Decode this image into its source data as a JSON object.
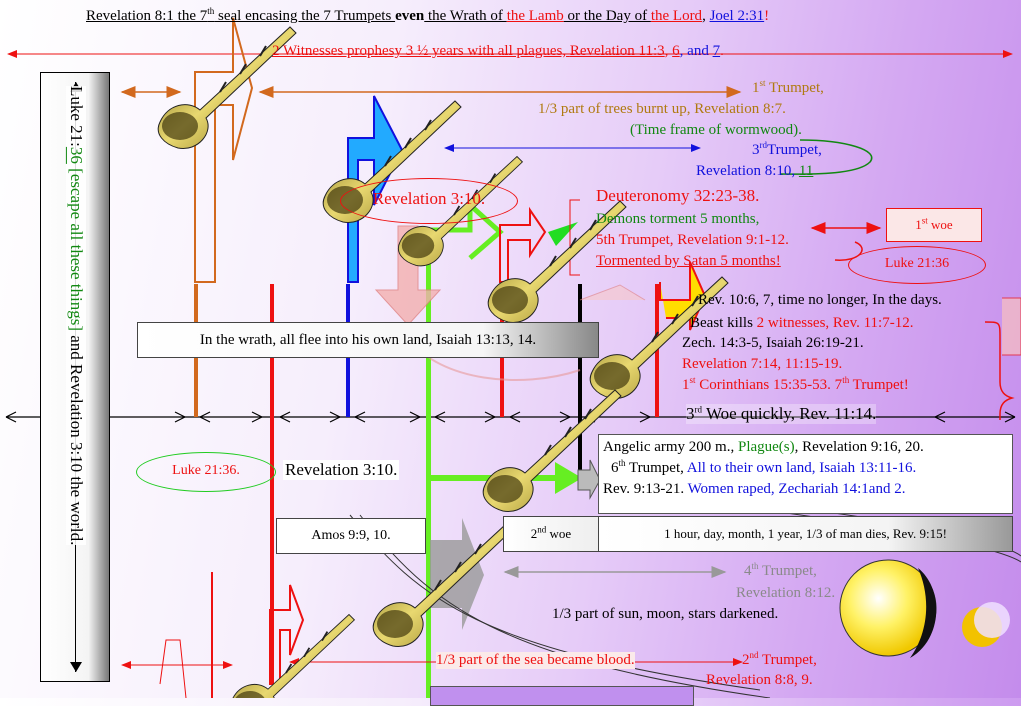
{
  "header": {
    "p1": "Revelation 8:1 the 7",
    "sup": "th",
    "p2": " seal encasing the 7 Trumpets ",
    "even": "even",
    "p3": " the Wrath of ",
    "lamb": "the Lamb",
    "p4": " or the Day of ",
    "lord": "the Lord",
    "p5": ", ",
    "joel": "Joel 2:31",
    "p6": "!"
  },
  "witnesses": {
    "t1": "2 Witnesses prophesy 3 ½ years with all plagues, ",
    "t2": "Revelation 11:3",
    "t3": ", ",
    "t4": "6",
    "t5": ", and ",
    "t6": "7",
    "t7": "."
  },
  "left_vertical": {
    "p1": "Luke 21:",
    "p2": "36",
    "p3": " [escape all these things]",
    "p4": " and Revelation 3:10 the world."
  },
  "trumpet1": {
    "num": "1",
    "sup": "st",
    "label": " Trumpet,",
    "line2": "1/3 part of trees burnt up, Revelation 8:7.",
    "line3": "(Time frame of wormwood)."
  },
  "trumpet3": {
    "num": "3",
    "sup": "rd",
    "label": "Trumpet,",
    "line2a": "Revelation 8:10, ",
    "line2b": "11"
  },
  "rev310_oval": "Revelation 3:10.",
  "deut": "Deuteronomy 32:23-38.",
  "demons": "Demons torment 5 months,",
  "fifth": "5th Trumpet, Revelation 9:1-12.",
  "tormented": "Tormented by Satan 5 months!",
  "woe1": {
    "num": "1",
    "sup": "st",
    "label": " woe"
  },
  "luke2136_right": "Luke 21:36",
  "wrath_box": "In the wrath, all flee into his own land, Isaiah 13:13, 14.",
  "seventh": {
    "l1": "Rev. 10:6, 7, time no longer, In the days.",
    "l2a": "Beast kills ",
    "l2b": "2 witnesses, Rev. 11:7-12.",
    "l3": "Zech. 14:3-5, Isaiah 26:19-21.",
    "l4": "Revelation 7:14, 11:15-19.",
    "l5a": "1",
    "l5sup": "st",
    "l5b": " Corinthians 15:35-53. 7",
    "l5sup2": "th",
    "l5c": " Trumpet!"
  },
  "third_woe": {
    "num": "3",
    "sup": "rd",
    "label": " Woe quickly, Rev. 11:14."
  },
  "sixth_box": {
    "l1a": "Angelic army 200 m., ",
    "l1b": "Plague(s)",
    "l1c": ", Revelation 9:16, 20.",
    "l2a": "6",
    "l2sup": "th",
    "l2b": " Trumpet, ",
    "l2c": "All to their own land, Isaiah 13:11-16.",
    "l3a": "Rev. 9:13-21. ",
    "l3b": "Women raped, Zechariah 14:1and 2."
  },
  "luke2136_left": "Luke 21:36.",
  "rev310_mid": "Revelation 3:10.",
  "woe2": {
    "num": "2",
    "sup": "nd",
    "label": " woe"
  },
  "hour_box": "1 hour, day, month, 1 year, 1/3 of man dies, Rev. 9:15!",
  "amos": "Amos 9:9, 10.",
  "trumpet4": {
    "num": "4",
    "sup": "th",
    "label": " Trumpet,",
    "line2": "Revelation 8:12.",
    "line3": "1/3 part of sun, moon, stars darkened."
  },
  "sea": "1/3 part of the sea became blood.",
  "trumpet2": {
    "num": "2",
    "sup": "nd",
    "label": " Trumpet,",
    "line2": "Revelation 8:8, 9."
  },
  "colors": {
    "red": "#ee1111",
    "blue": "#1111dd",
    "green": "#118811",
    "brown": "#b07a10",
    "orange": "#d2691e",
    "lime": "#66ee22",
    "cyan": "#22aaff"
  },
  "icons": [
    "trumpet-icon",
    "sun-icon",
    "moon-icon",
    "arrow-icon"
  ]
}
